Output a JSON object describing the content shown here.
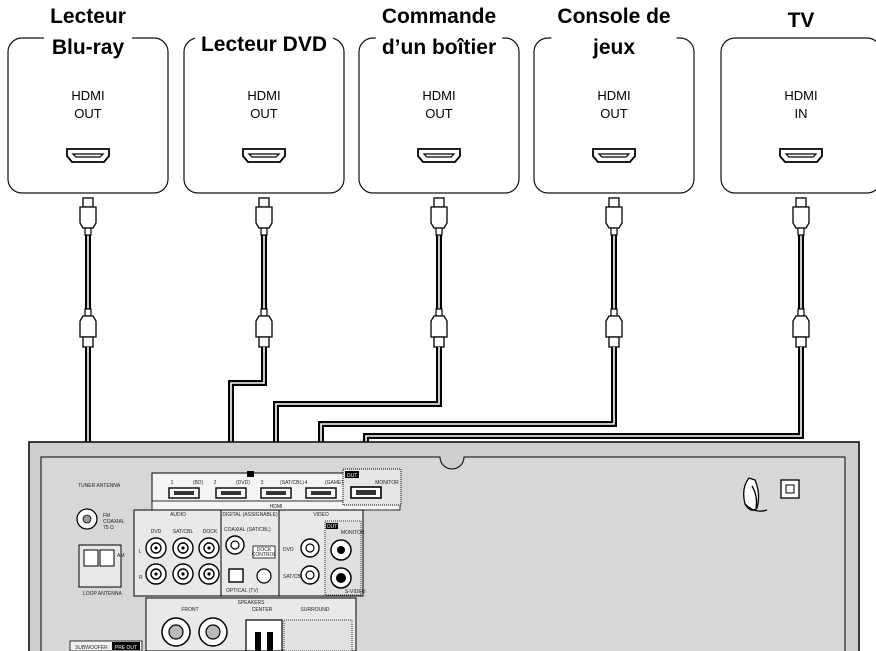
{
  "devices": [
    {
      "title": [
        "Lecteur",
        "Blu-ray"
      ],
      "port": [
        "HDMI",
        "OUT"
      ]
    },
    {
      "title": [
        "Lecteur DVD"
      ],
      "port": [
        "HDMI",
        "OUT"
      ]
    },
    {
      "title": [
        "Commande",
        "d’un boîtier"
      ],
      "port": [
        "HDMI",
        "OUT"
      ]
    },
    {
      "title": [
        "Console de",
        "jeux"
      ],
      "port": [
        "HDMI",
        "OUT"
      ]
    },
    {
      "title": [
        "TV"
      ],
      "port": [
        "HDMI",
        "IN"
      ]
    }
  ],
  "receiver": {
    "hdmi_inputs": [
      "1",
      "(BD)",
      "2",
      "(DVD)",
      "3",
      "(SAT/CBL)",
      "4",
      "(GAME)"
    ],
    "hdmi_group": "HDMI",
    "hdmi_monitor": "MONITOR",
    "hdmi_out_badge": "OUT",
    "tuner_label": "TUNER ANTENNA",
    "fm_label": [
      "FM",
      "COAXIAL",
      "75 Ω"
    ],
    "am_label": "AM",
    "loop_antenna": "LOOP ANTENNA",
    "audio_label": "AUDIO",
    "audio_cols": [
      "DVD",
      "SAT/CBL",
      "DOCK"
    ],
    "digital_label": "DIGITAL (ASSIGNABLE)",
    "coaxial_label": "COAXIAL (SAT/CBL)",
    "optical_label": "OPTICAL (TV)",
    "dock_control": [
      "DOCK",
      "CONTROL"
    ],
    "video_label": "VIDEO",
    "video_rows": [
      "DVD",
      "SAT/CBL"
    ],
    "video_out": "OUT",
    "video_monitor": "MONITOR",
    "svideo": "S-VIDEO",
    "speakers_label": "SPEAKERS",
    "front_label": "FRONT",
    "center_label": "CENTER",
    "surround_label": "SURROUND",
    "subwoofer": "SUBWOOFER",
    "pre_out": "PRE OUT",
    "ch_l": "L",
    "ch_r": "R"
  }
}
